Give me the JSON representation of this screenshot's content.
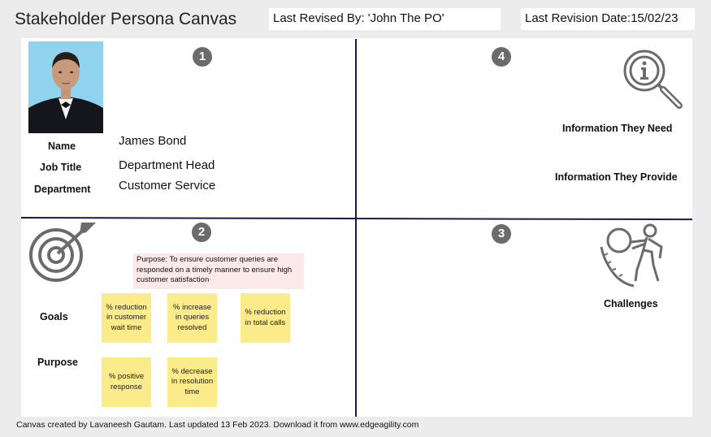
{
  "header": {
    "title": "Stakeholder Persona Canvas",
    "last_revised_by": "Last Revised By: 'John The PO'",
    "last_revision_date": "Last Revision Date:15/02/23"
  },
  "quadrant1": {
    "number": "1",
    "labels": {
      "name": "Name",
      "job_title": "Job Title",
      "department": "Department"
    },
    "values": {
      "name": "James Bond",
      "job_title": "Department Head",
      "department": "Customer Service"
    }
  },
  "quadrant2": {
    "number": "2",
    "purpose_note": "Purpose: To ensure customer queries are responded on a timely manner to ensure high customer satisfaction",
    "labels": {
      "goals": "Goals",
      "purpose": "Purpose"
    },
    "stickies": [
      "% reduction in customer wait time",
      "% increase in queries resolved",
      "% reduction in total calls",
      "% positive response",
      "% decrease in resolution time"
    ]
  },
  "quadrant3": {
    "number": "3",
    "label": "Challenges"
  },
  "quadrant4": {
    "number": "4",
    "info_need": "Information They Need",
    "info_provide": "Information They Provide"
  },
  "footer": "Canvas created by Lavaneesh Gautam. Last updated 13 Feb 2023. Download it from www.edgeagility.com"
}
